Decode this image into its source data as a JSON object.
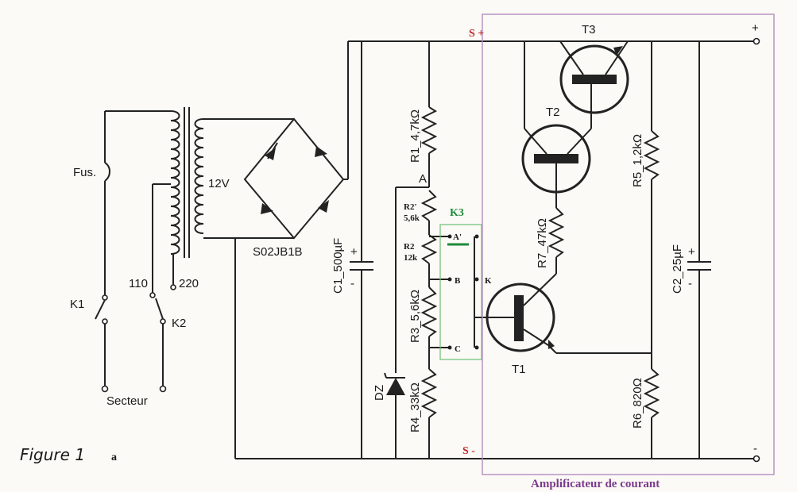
{
  "labels": {
    "fuse": "Fus.",
    "k1": "K1",
    "k2": "K2",
    "v110": "110",
    "v220": "220",
    "secteur": "Secteur",
    "v12": "12V",
    "bridge": "S02JB1B",
    "c1": "C1_500µF",
    "r1": "R1_4,7kΩ",
    "r2p": "R2'",
    "r2p_val": "5,6k",
    "r2": "R2",
    "r2_val": "12k",
    "r3": "R3_5,6kΩ",
    "r4": "R4_33kΩ",
    "dz": "DZ",
    "r7": "R7_47kΩ",
    "r5": "R5_1,2kΩ",
    "r6": "R6_820Ω",
    "c2": "C2_25µF",
    "t1": "T1",
    "t2": "T2",
    "t3": "T3",
    "node_a": "A",
    "node_a_prime": "A'",
    "node_b": "B",
    "node_c": "C",
    "node_k": "K",
    "k3": "K3",
    "s_plus": "S +",
    "s_minus": "S -",
    "out_plus": "+",
    "out_minus": "-",
    "cap_plus": "+",
    "cap_minus": "-",
    "figure": "Figure 1",
    "figure_suffix": "a",
    "amplifier": "Amplificateur de courant"
  },
  "colors": {
    "wire": "#222222",
    "red_label": "#c0282d",
    "green_label": "#1f8a3a",
    "amplifier_box": "#b48cc0",
    "k3_box": "#6fbf73"
  }
}
